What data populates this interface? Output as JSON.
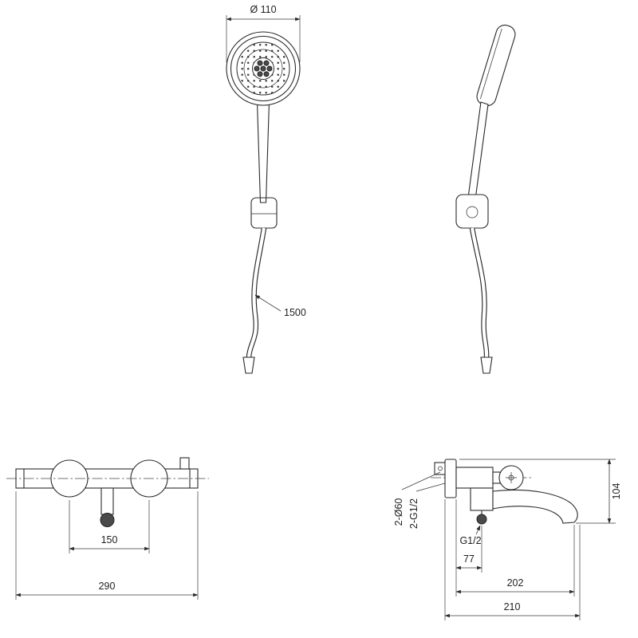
{
  "meta": {
    "background_color": "#ffffff",
    "line_color": "#2a2a2a",
    "dim_text_color": "#1f1f1f",
    "drawing_type": "technical dimension drawing of shower mixer set"
  },
  "dimensions": {
    "head_diameter": "Ø 110",
    "hose_length": "1500",
    "valve_spacing": "150",
    "body_width": "290",
    "wall_fittings_diameter": "2-Ø60",
    "wall_fittings_thread": "2-G1/2",
    "shower_outlet_thread": "G1/2",
    "wall_to_outlet": "77",
    "wall_to_spout": "202",
    "overall_depth": "210",
    "body_height": "104"
  }
}
